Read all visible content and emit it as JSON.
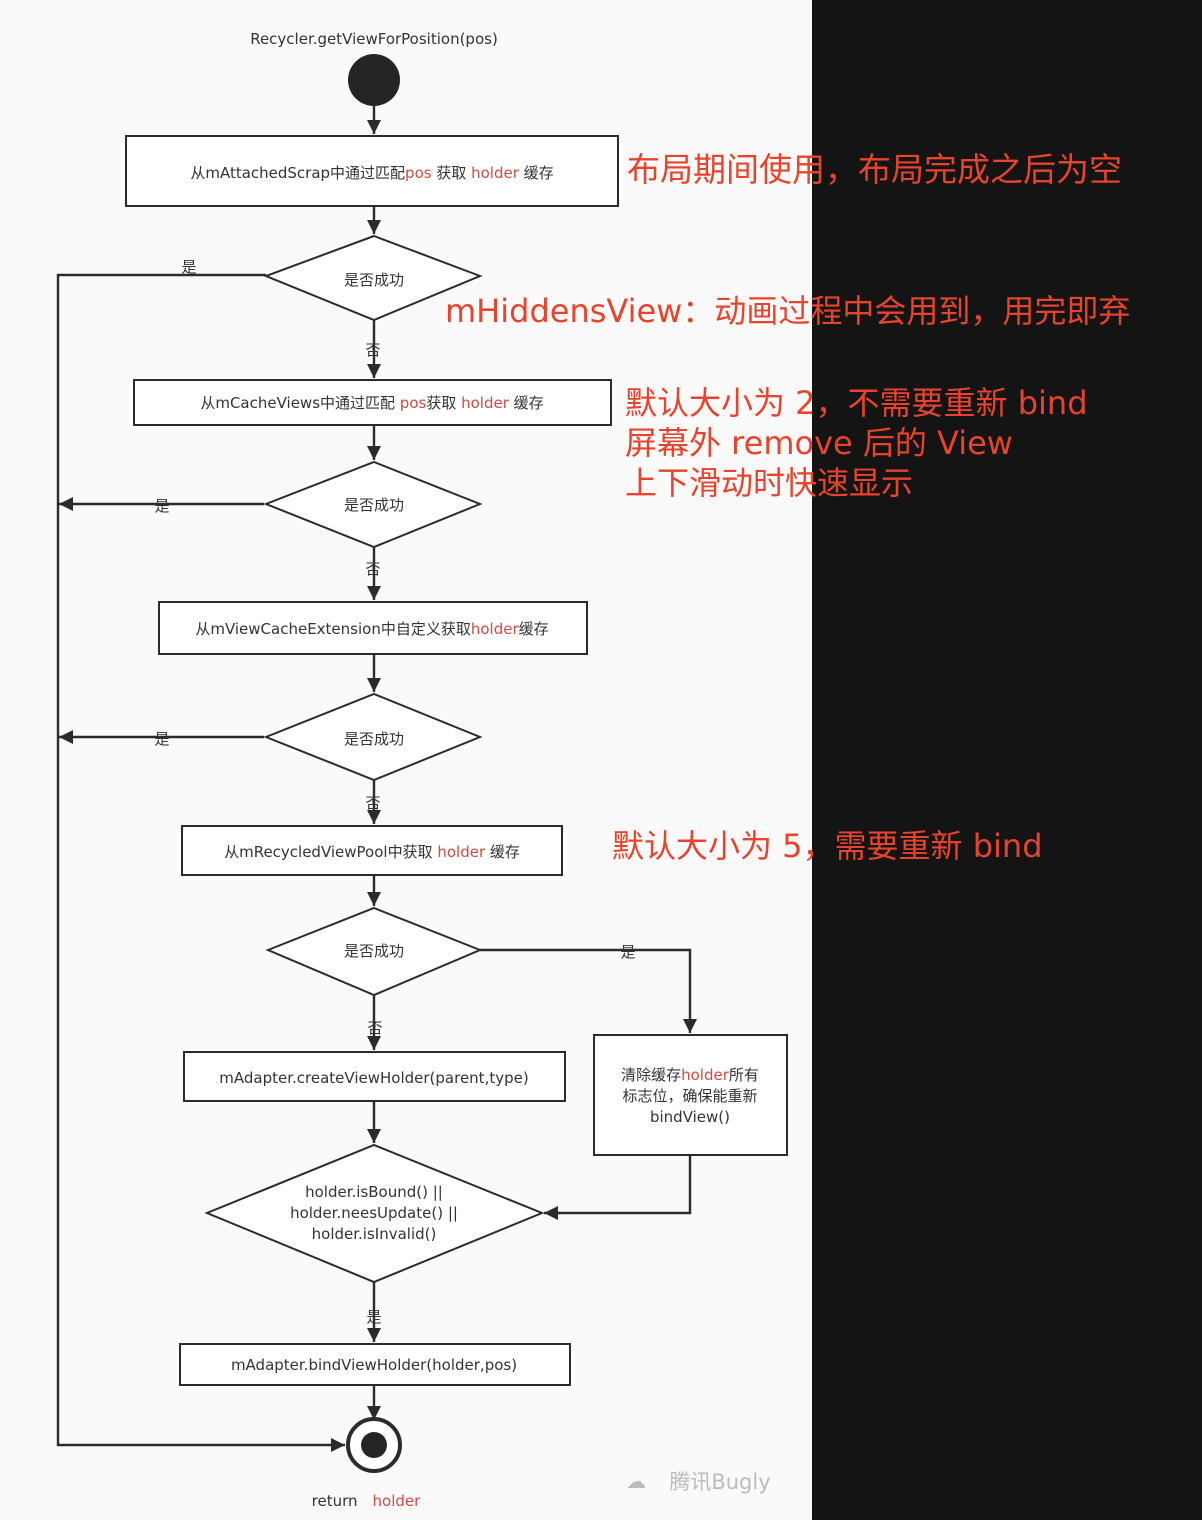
{
  "diagram": {
    "start_label": "Recycler.getViewForPosition(pos)",
    "steps": {
      "attached_scrap": [
        {
          "text": "从mAttachedScrap中通过匹配",
          "highlight": false
        },
        {
          "text": "pos",
          "highlight": true
        },
        {
          "text": " 获取 ",
          "highlight": false
        },
        {
          "text": "holder",
          "highlight": true
        },
        {
          "text": " 缓存",
          "highlight": false
        }
      ],
      "cache_views": [
        {
          "text": "从mCacheViews中通过匹配 ",
          "highlight": false
        },
        {
          "text": "pos",
          "highlight": true
        },
        {
          "text": "获取 ",
          "highlight": false
        },
        {
          "text": "holder",
          "highlight": true
        },
        {
          "text": " 缓存",
          "highlight": false
        }
      ],
      "view_cache_extension": [
        {
          "text": "从mViewCacheExtension中自定义获取",
          "highlight": false
        },
        {
          "text": "holder",
          "highlight": true
        },
        {
          "text": "缓存",
          "highlight": false
        }
      ],
      "recycled_view_pool": [
        {
          "text": "从mRecycledViewPool中获取 ",
          "highlight": false
        },
        {
          "text": "holder",
          "highlight": true
        },
        {
          "text": " 缓存",
          "highlight": false
        }
      ],
      "create_view_holder": "mAdapter.createViewHolder(parent,type)",
      "clear_flags": [
        [
          {
            "text": "清除缓存",
            "highlight": false
          },
          {
            "text": "holder",
            "highlight": true
          },
          {
            "text": "所有",
            "highlight": false
          }
        ],
        [
          {
            "text": "标志位，确保能重新",
            "highlight": false
          }
        ],
        [
          {
            "text": "bindView()",
            "highlight": false
          }
        ]
      ],
      "bind_view_holder": "mAdapter.bindViewHolder(holder,pos)"
    },
    "decision_label": "是否成功",
    "bound_check": [
      "holder.isBound() ||",
      "holder.neesUpdate() ||",
      "holder.isInvalid()"
    ],
    "yes_label": "是",
    "no_label": "否",
    "end_label": [
      {
        "text": "return",
        "highlight": false
      },
      {
        "text": "holder",
        "highlight": true
      }
    ],
    "watermark": "腾讯Bugly"
  },
  "annotations": {
    "attached_scrap": [
      "布局期间使用，布局完成之后为空"
    ],
    "hidden_views": [
      "mHiddensView：动画过程中会用到，用完即弃"
    ],
    "cache_views": [
      "默认大小为 2，不需要重新 bind",
      "屏幕外 remove 后的 View",
      "上下滑动时快速显示"
    ],
    "recycled_pool": [
      "默认大小为 5，需要重新 bind"
    ]
  },
  "colors": {
    "line": "#2b2b2b",
    "highlight": "#d24a43",
    "annotation": "#e8432c"
  }
}
